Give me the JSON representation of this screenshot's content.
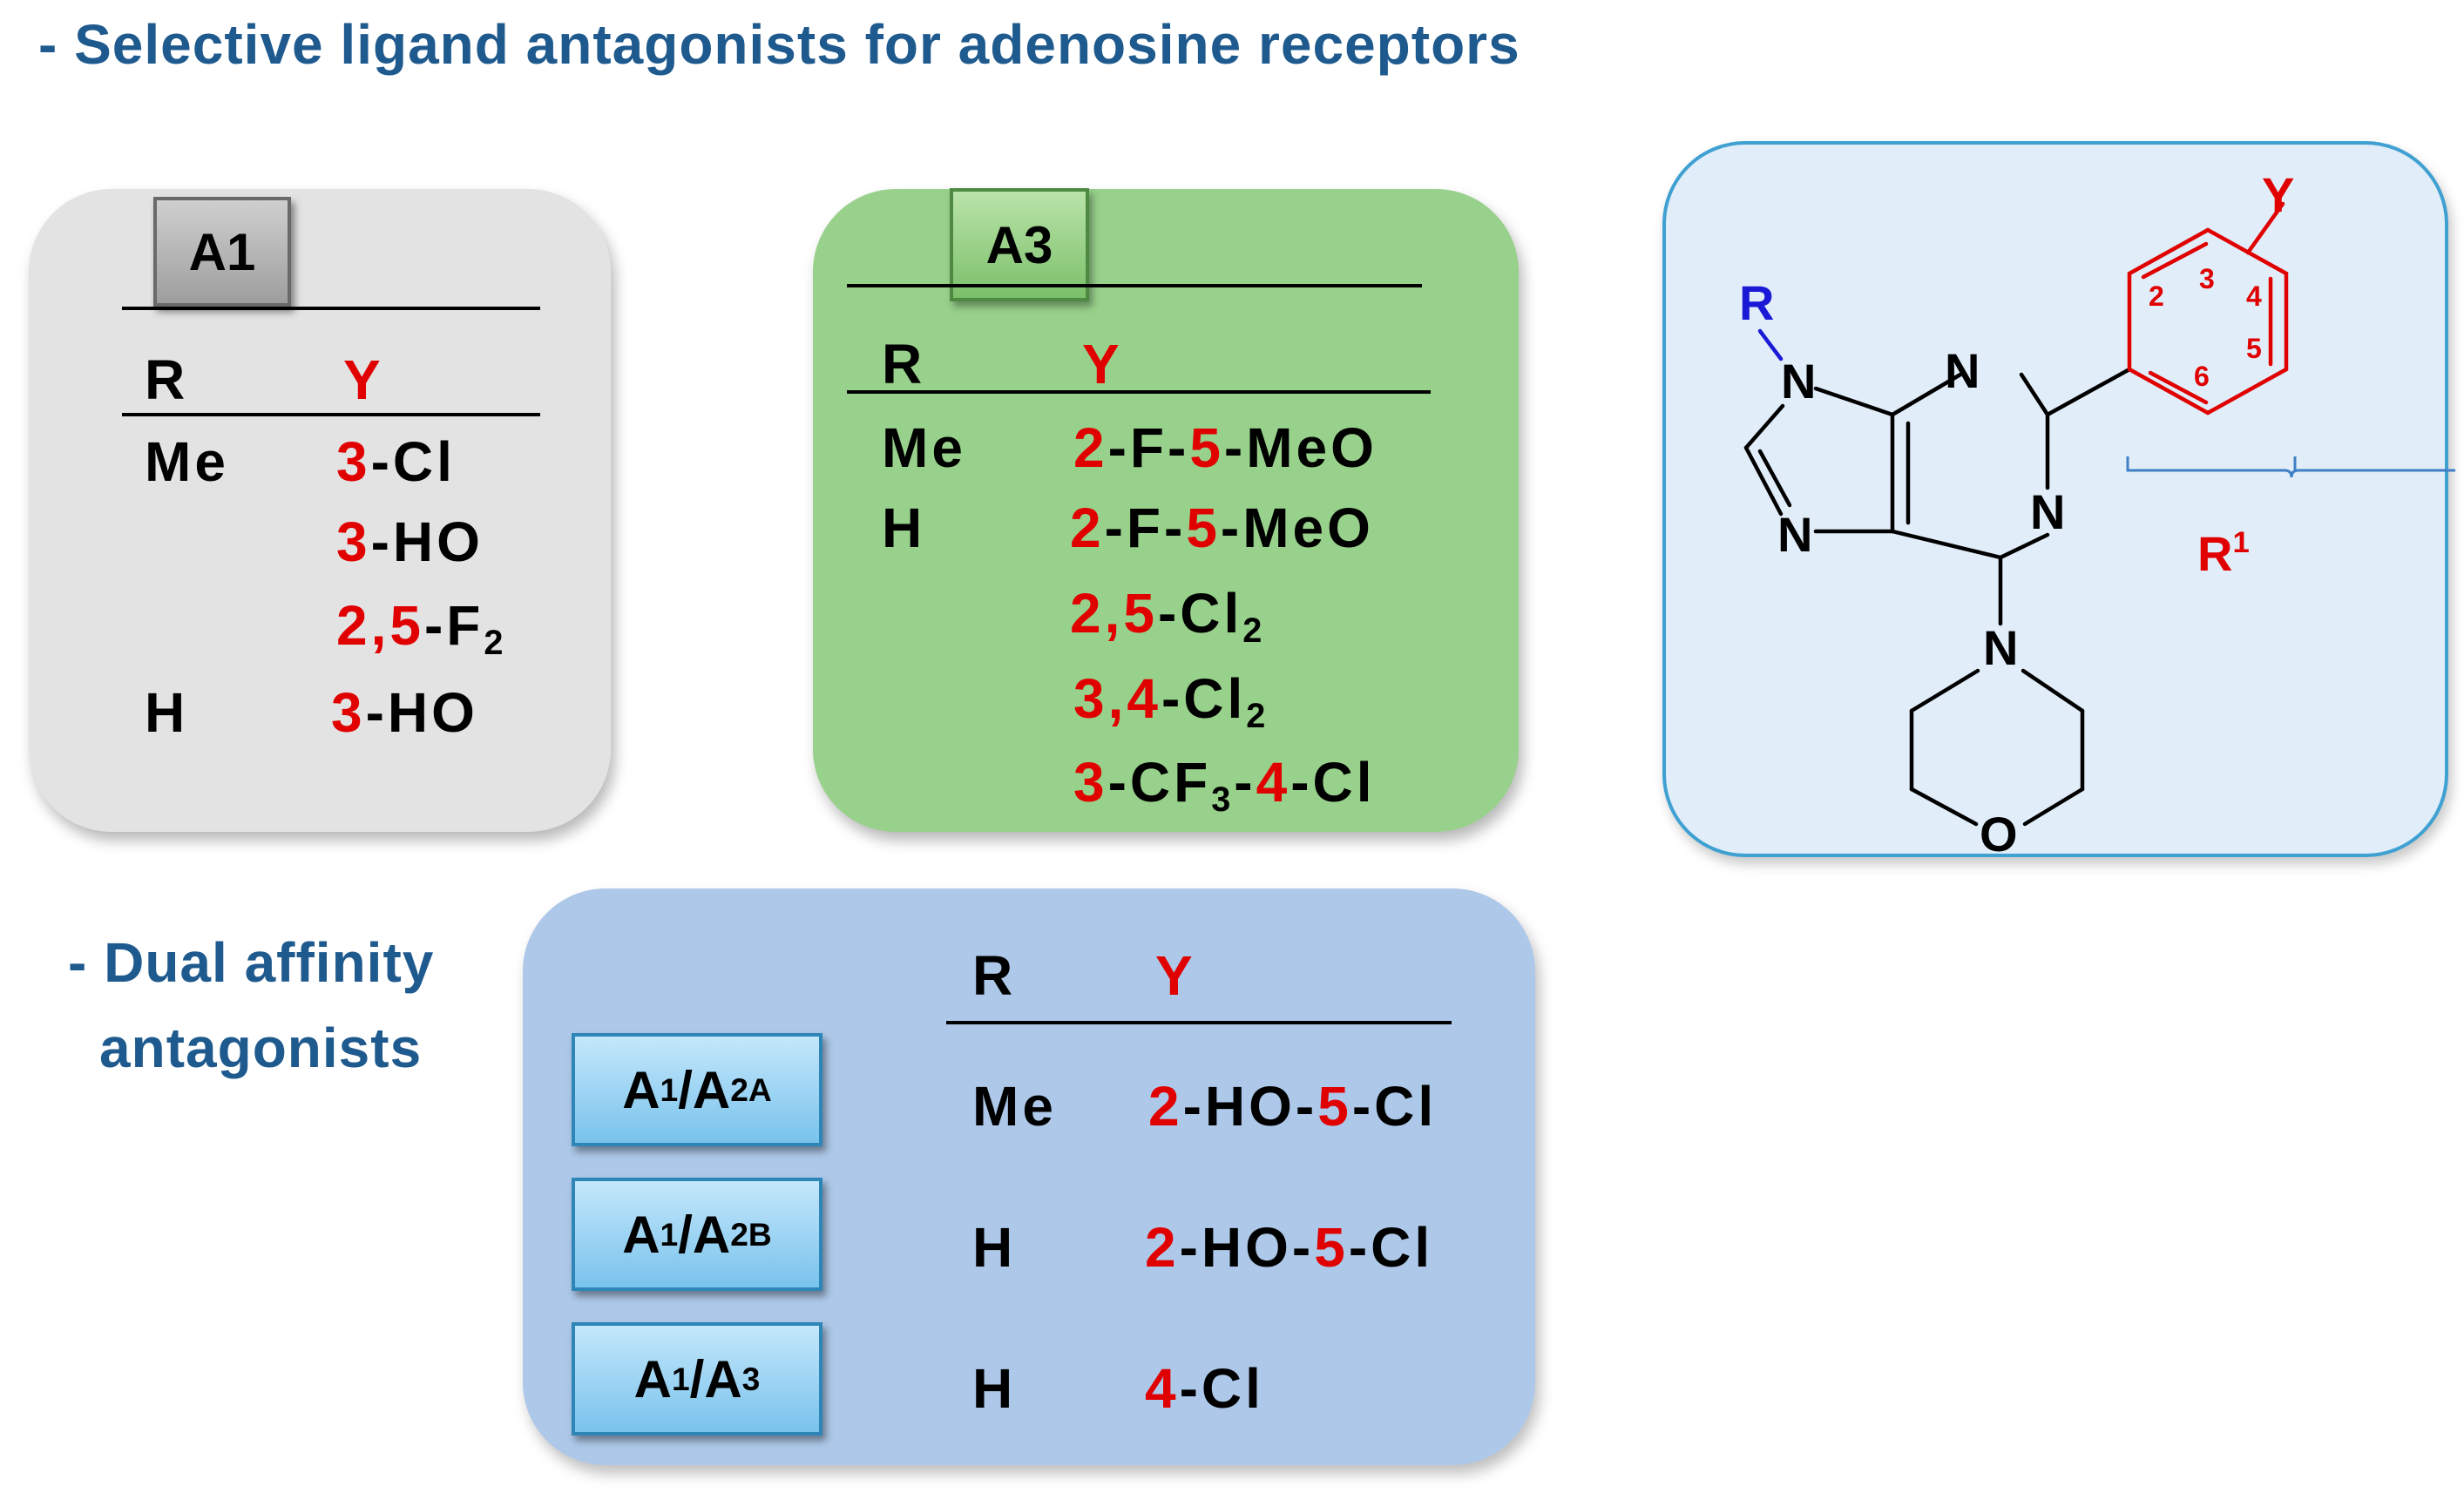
{
  "headings": {
    "selective": "- Selective ligand antagonists for adenosine receptors",
    "dual_line1": "- Dual affinity",
    "dual_line2": "antagonists"
  },
  "a1_table": {
    "tag": "A1",
    "col_r": "R",
    "col_y": "Y",
    "rows": [
      {
        "r": "Me",
        "y_pre": "3",
        "y_rest": "-Cl"
      },
      {
        "r": "",
        "y_pre": "3",
        "y_rest": "-HO"
      },
      {
        "r": "",
        "y_pre": "2,5",
        "y_rest": "-F",
        "y_sub": "2"
      },
      {
        "r": "H",
        "y_pre": "3",
        "y_rest": "-HO"
      }
    ]
  },
  "a3_table": {
    "tag": "A3",
    "col_r": "R",
    "col_y": "Y",
    "rows": [
      {
        "r": "Me",
        "y_p1": "2",
        "y_m1": "-F-",
        "y_p2": "5",
        "y_m2": "-MeO"
      },
      {
        "r": "H",
        "y_p1": "2",
        "y_m1": "-F-",
        "y_p2": "5",
        "y_m2": "-MeO"
      },
      {
        "r": "",
        "y_p1": "2,5",
        "y_m1": "-Cl",
        "y_sub": "2"
      },
      {
        "r": "",
        "y_p1": "3,4",
        "y_m1": "-Cl",
        "y_sub": "2"
      },
      {
        "r": "",
        "y_p1": "3",
        "y_m1": "-CF",
        "y_sub": "3",
        "y_m2": "-",
        "y_p2": "4",
        "y_m3": "-Cl"
      }
    ]
  },
  "dual_table": {
    "col_r": "R",
    "col_y": "Y",
    "rows": [
      {
        "tag": "A",
        "tag_sub1": "1",
        "tag_slash": "/A",
        "tag_sub2": "2A",
        "r": "Me",
        "y_p1": "2",
        "y_m1": "-HO-",
        "y_p2": "5",
        "y_m2": "-Cl"
      },
      {
        "tag": "A",
        "tag_sub1": "1",
        "tag_slash": "/A",
        "tag_sub2": "2B",
        "r": "H",
        "y_p1": "2",
        "y_m1": "-HO-",
        "y_p2": "5",
        "y_m2": "-Cl"
      },
      {
        "tag": "A",
        "tag_sub1": "1",
        "tag_slash": "/A",
        "tag_sub2": "3",
        "r": "H",
        "y_p1": "4",
        "y_m1": "-Cl"
      }
    ]
  },
  "structure": {
    "label_R": "R",
    "label_Y": "Y",
    "label_R1": "R",
    "label_R1_sup": "1",
    "atom_N": "N",
    "atom_O": "O",
    "ring_positions": [
      "2",
      "3",
      "4",
      "5",
      "6"
    ]
  },
  "colors": {
    "heading": "#1f5a8e",
    "highlight_red": "#e00000",
    "substituent_blue": "#1a1ad6",
    "a1_panel": "#e3e3e3",
    "a3_panel": "#98d18b",
    "dual_panel": "#adc8e8",
    "structure_panel": "#e1edf9"
  }
}
